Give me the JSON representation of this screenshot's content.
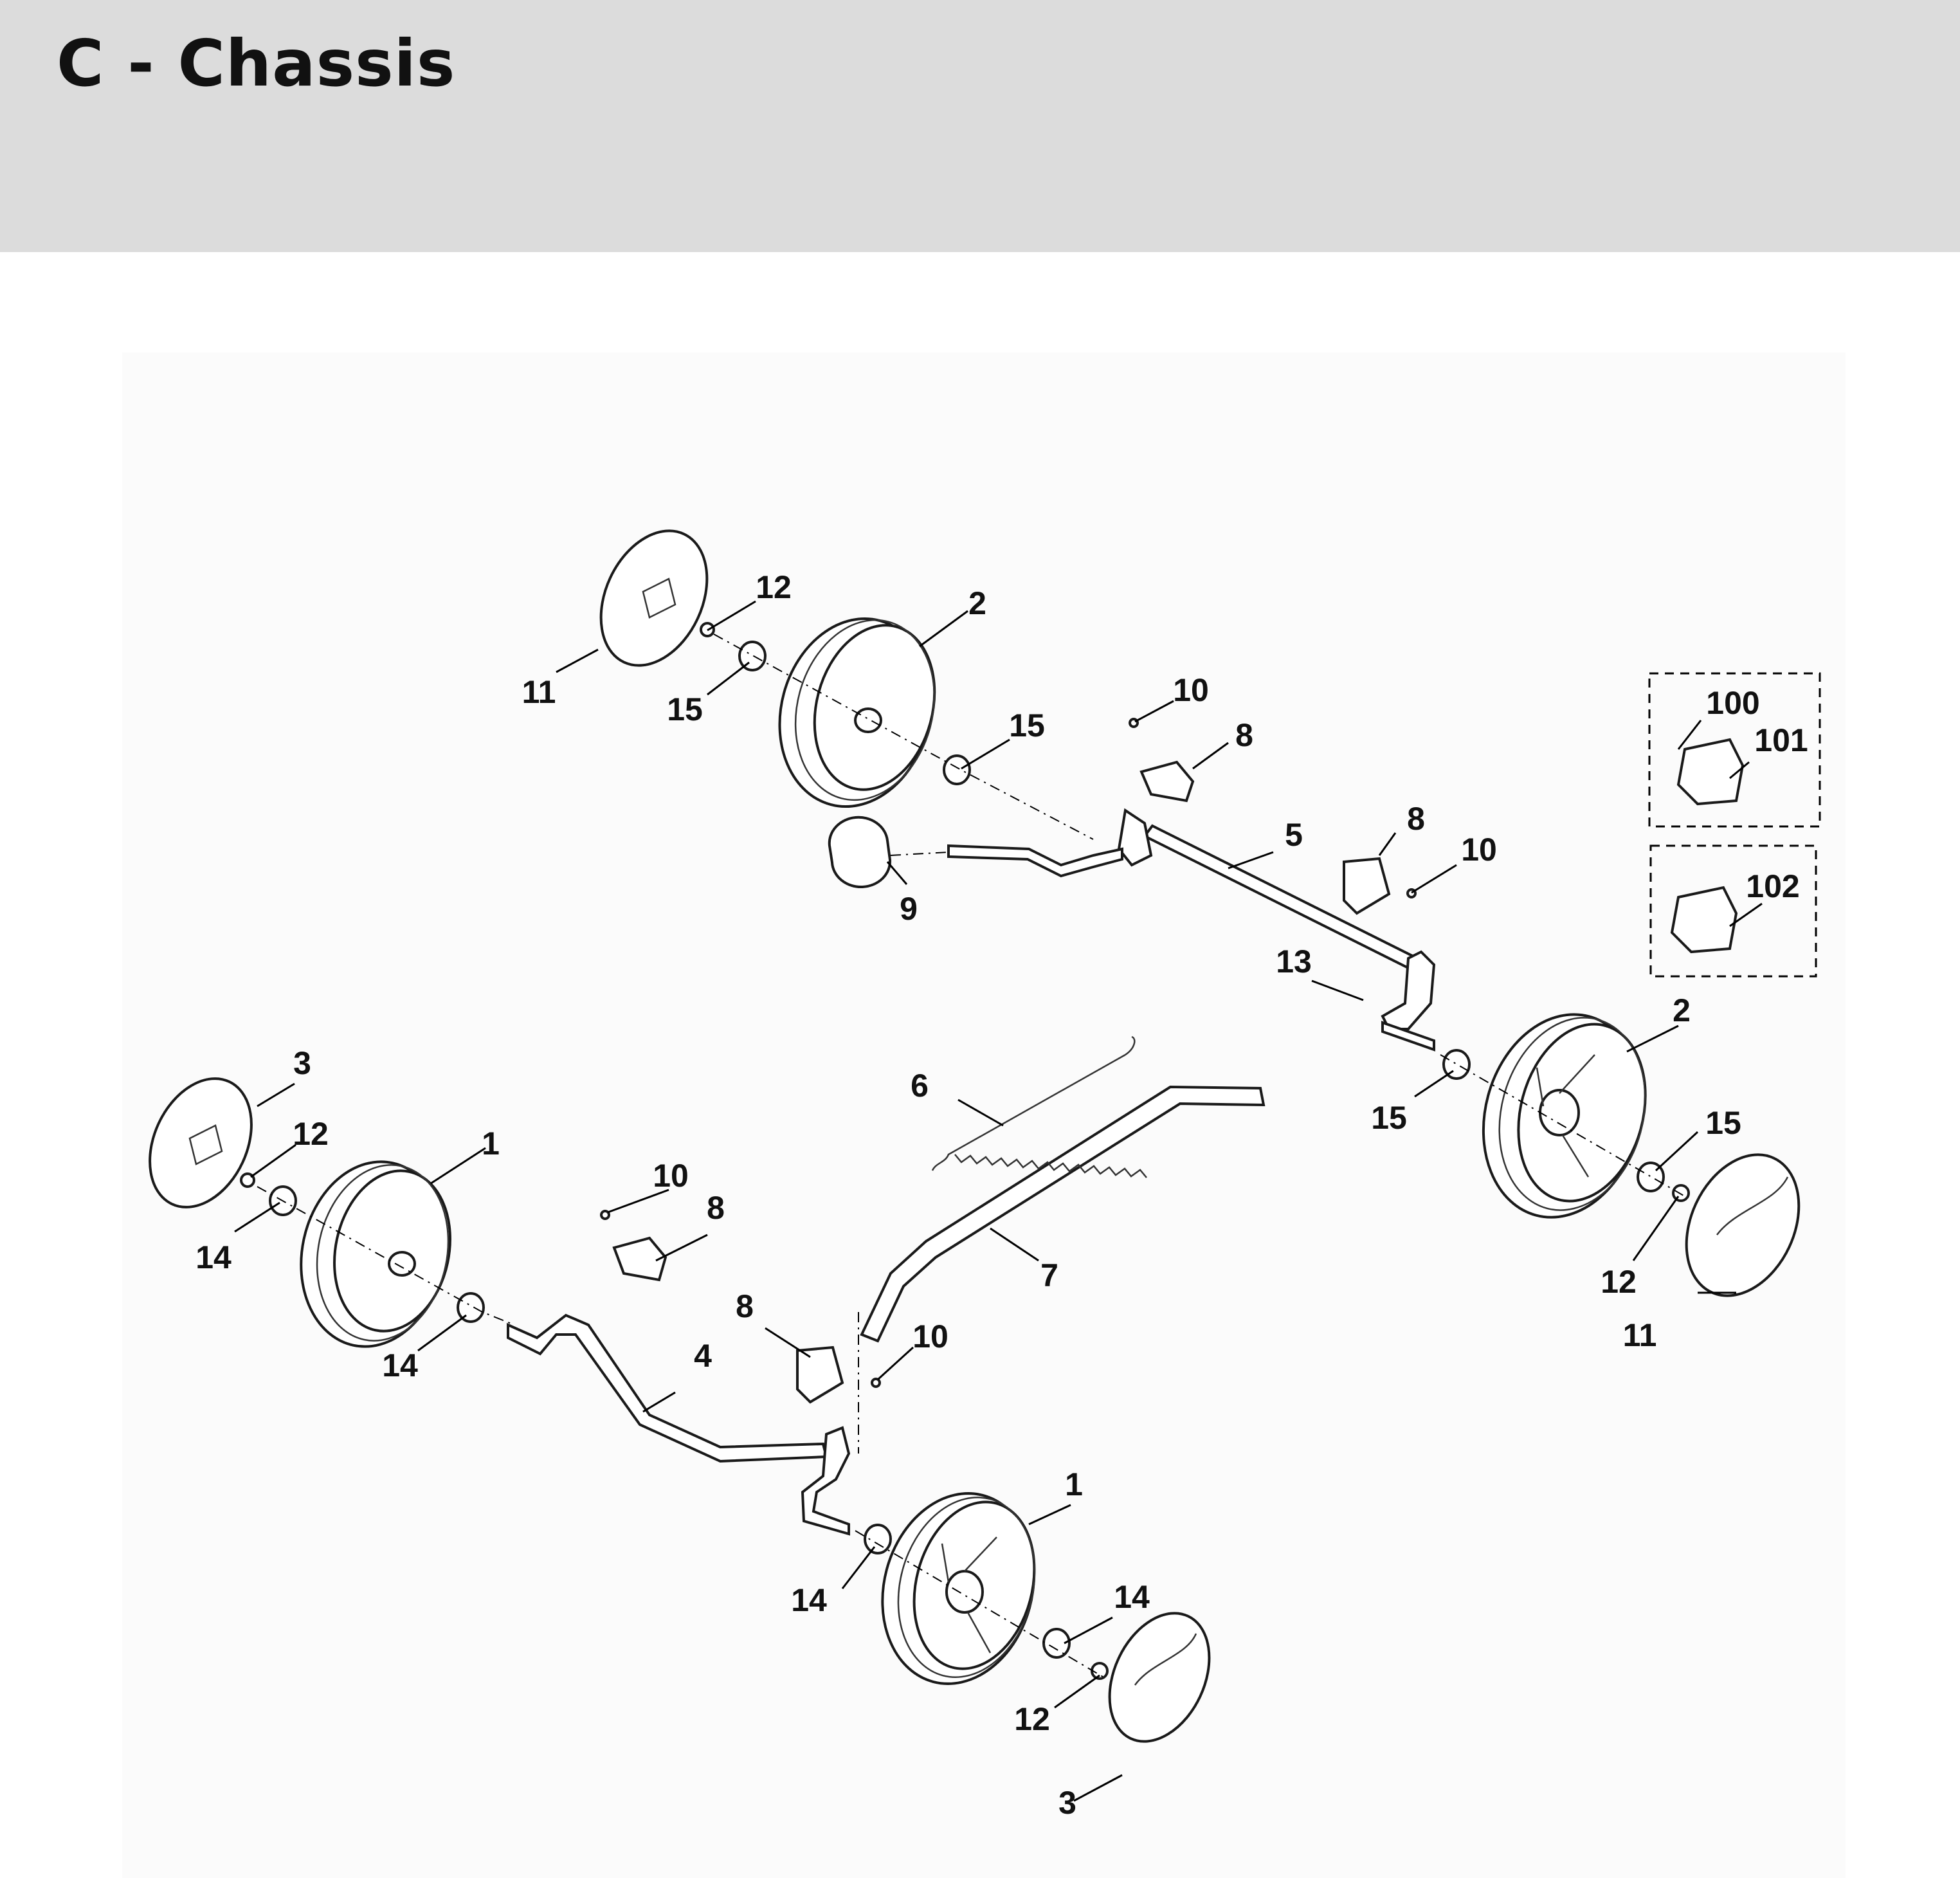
{
  "header": {
    "title": "C - Chassis"
  },
  "callouts": [
    "1",
    "1",
    "2",
    "2",
    "3",
    "3",
    "4",
    "5",
    "6",
    "7",
    "8",
    "8",
    "8",
    "8",
    "9",
    "10",
    "10",
    "10",
    "10",
    "11",
    "11",
    "12",
    "12",
    "12",
    "12",
    "13",
    "14",
    "14",
    "14",
    "14",
    "15",
    "15",
    "15",
    "15",
    "100",
    "101",
    "102"
  ]
}
